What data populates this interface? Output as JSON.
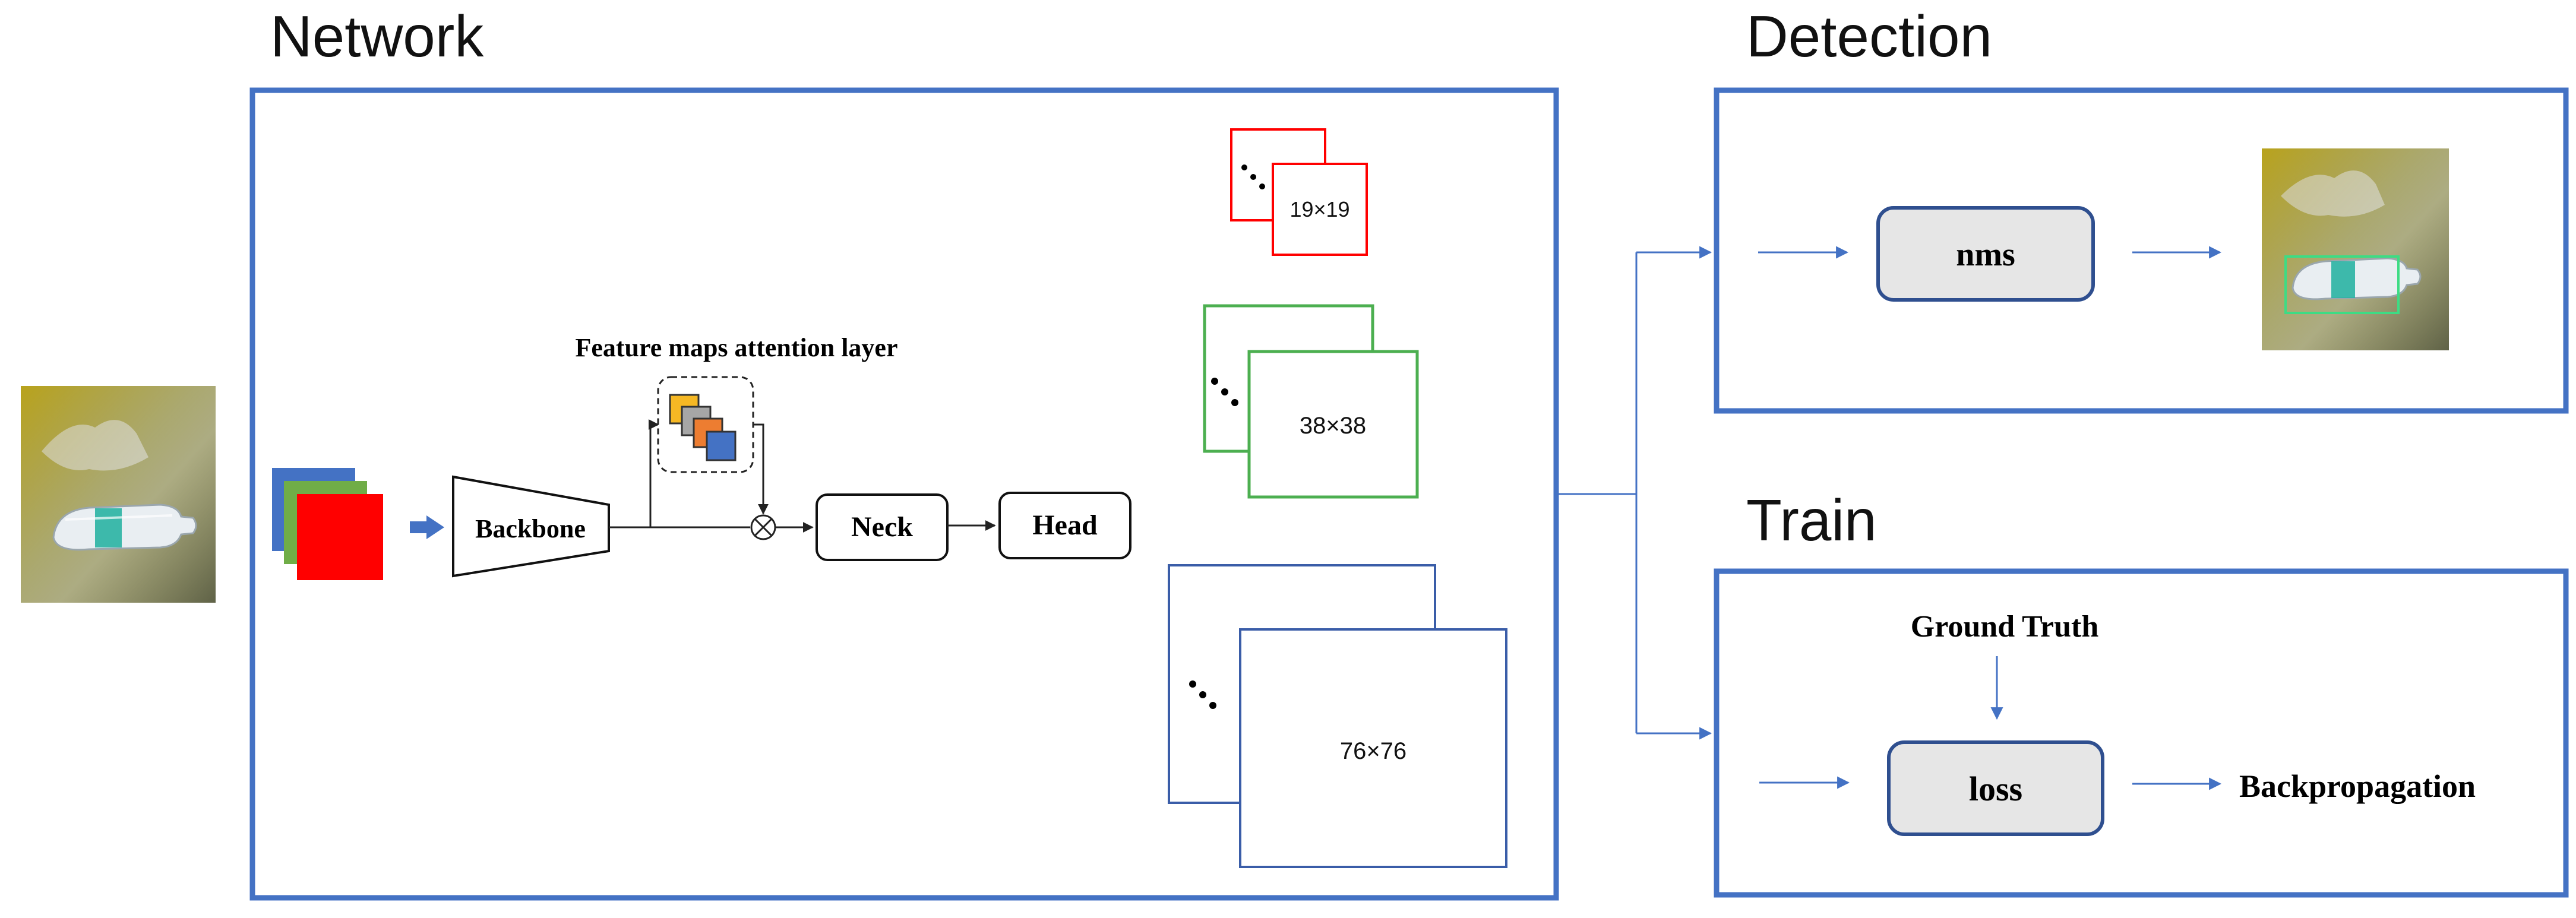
{
  "sections": {
    "network": "Network",
    "detection": "Detection",
    "train": "Train"
  },
  "network": {
    "backbone": "Backbone",
    "attention_label": "Feature maps attention layer",
    "neck": "Neck",
    "head": "Head",
    "feature_maps": [
      "19×19",
      "38×38",
      "76×76"
    ]
  },
  "detection": {
    "nms": "nms"
  },
  "train": {
    "ground_truth": "Ground Truth",
    "loss": "loss",
    "backprop": "Backpropagation"
  },
  "colors": {
    "frame_blue": "#4472c4",
    "red": "#ff0000",
    "green": "#4caf50",
    "blue": "#4472c4",
    "gray_fill": "#e6e6e6",
    "stack_yellow": "#f6b824",
    "stack_gray": "#a6a6a6",
    "stack_orange": "#ed7d31",
    "stack_blue": "#4472c4",
    "detection_box": "#3ddc84"
  }
}
